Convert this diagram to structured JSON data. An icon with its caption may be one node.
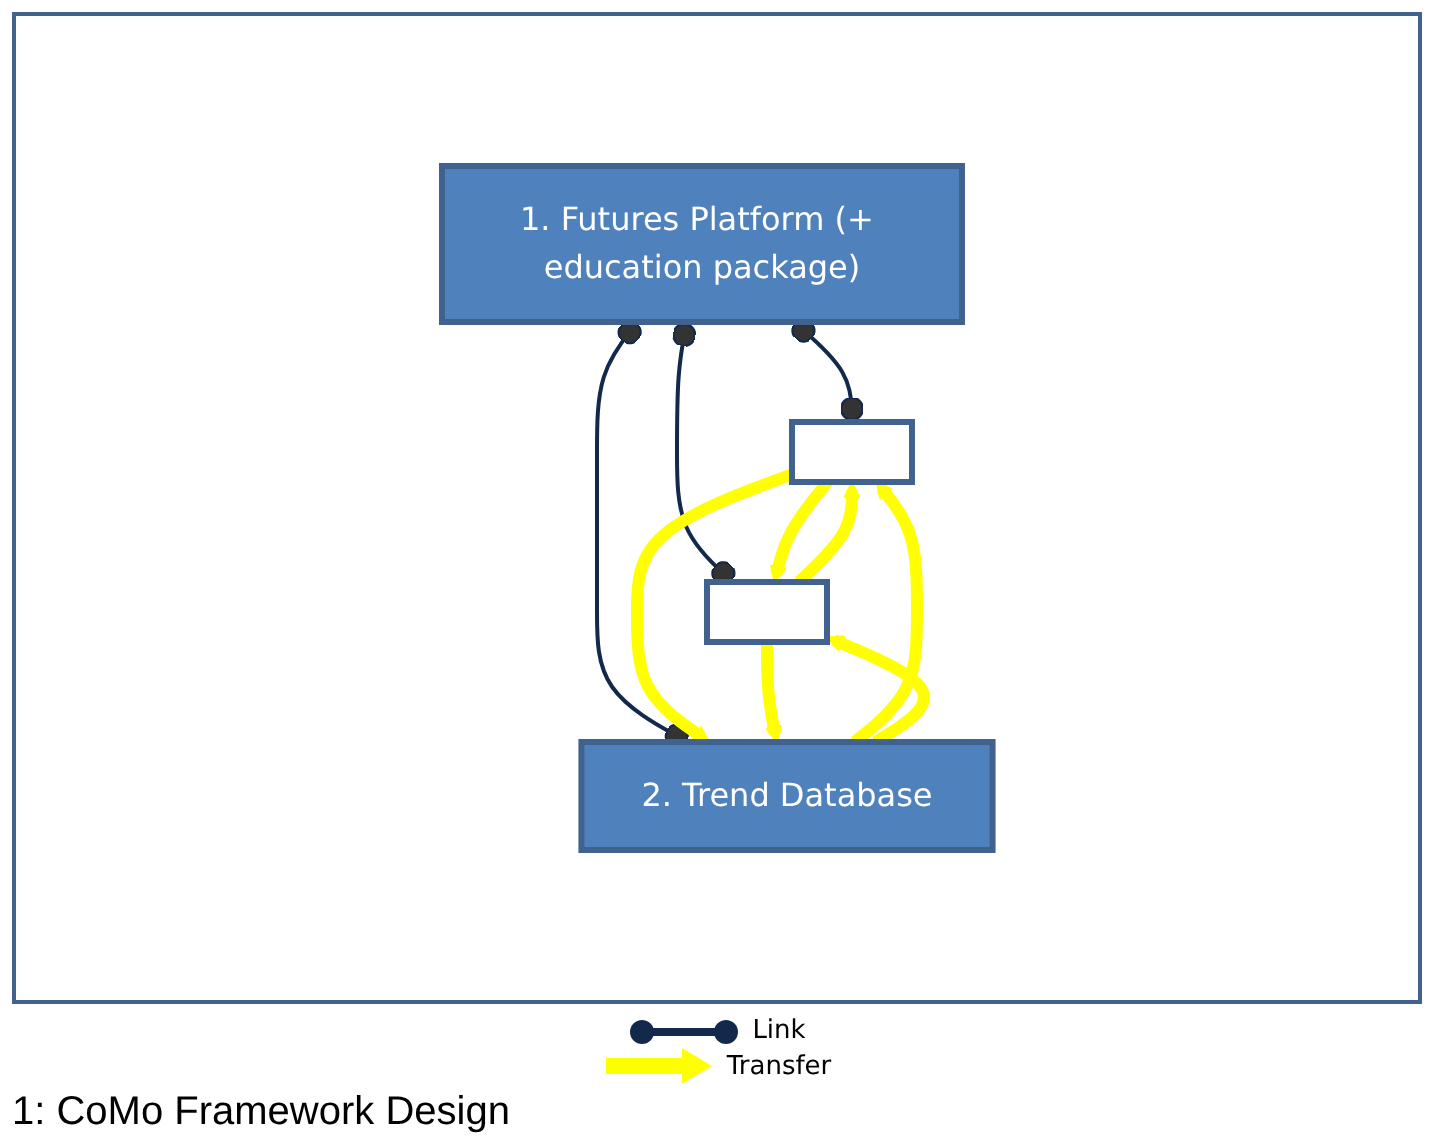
{
  "diagram": {
    "caption": "1: CoMo Framework Design",
    "nodes": [
      {
        "text": [
          "1. Futures Platform (+ education package)"
        ]
      },
      {
        "text": [],
        "shape": "box"
      },
      {
        "text": [],
        "shape": "box"
      },
      {
        "text": [
          "2. Trend Database"
        ]
      }
    ],
    "edges": [
      {
        "from": 0,
        "to": 1,
        "arrow": "other",
        "color": "#13294b"
      },
      {
        "from": 0,
        "to": 2,
        "arrow": "other",
        "color": "#13294b"
      },
      {
        "from": 0,
        "to": 3,
        "arrow": "other",
        "color": "#13294b"
      },
      {
        "from": 2,
        "to": 1,
        "arrow": "to"
      },
      {
        "from": 1,
        "to": 2,
        "arrow": "to"
      },
      {
        "from": 3,
        "to": 1,
        "arrow": "to"
      },
      {
        "from": 1,
        "to": 3,
        "arrow": "to"
      },
      {
        "from": 2,
        "to": 3,
        "arrow": "to"
      },
      {
        "from": 3,
        "to": 2,
        "arrow": "to"
      }
    ],
    "legend": [
      {
        "text": "Link"
      },
      {
        "text": "Transfer"
      }
    ]
  }
}
